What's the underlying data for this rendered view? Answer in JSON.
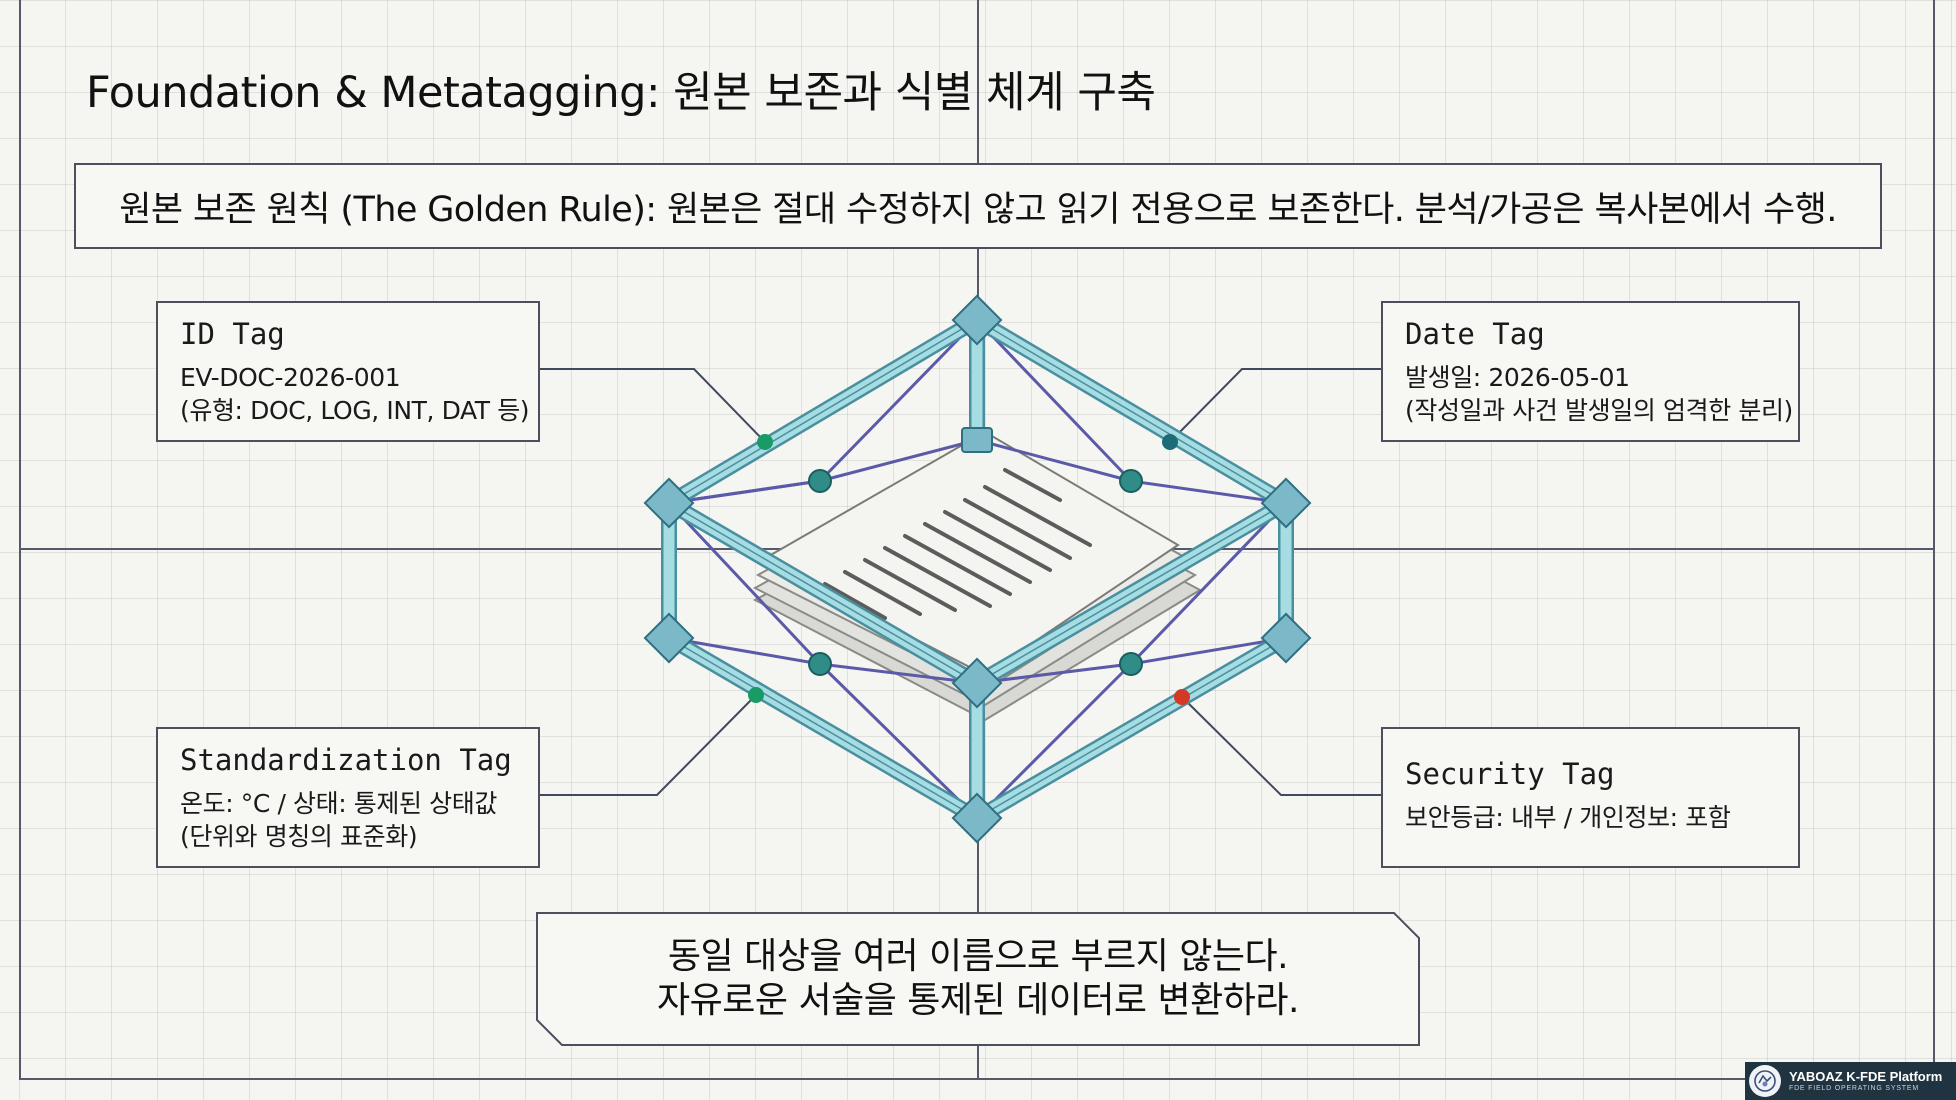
{
  "title": "Foundation & Metatagging: 원본 보존과 식별 체계 구축",
  "golden_rule": "원본 보존 원칙 (The Golden Rule): 원본은 절대 수정하지 않고 읽기 전용으로 보존한다. 분석/가공은 복사본에서 수행.",
  "tags": {
    "id": {
      "title": "ID Tag",
      "line1": "EV-DOC-2026-001",
      "line2": "(유형: DOC, LOG, INT, DAT 등)"
    },
    "date": {
      "title": "Date Tag",
      "line1": "발생일: 2026-05-01",
      "line2": "(작성일과 사건 발생일의 엄격한 분리)"
    },
    "standardization": {
      "title": "Standardization Tag",
      "line1": "온도: °C / 상태: 통제된 상태값",
      "line2": "(단위와 명칭의 표준화)"
    },
    "security": {
      "title": "Security Tag",
      "line1": "보안등급: 내부 / 개인정보: 포함"
    }
  },
  "principle": {
    "line1": "동일 대상을 여러 이름으로 부르지 않는다.",
    "line2": "자유로운 서술을 통제된 데이터로 변환하라."
  },
  "brand": {
    "name": "YABOAZ K-FDE Platform",
    "subtitle": "FDE FIELD OPERATING SYSTEM"
  },
  "colors": {
    "frame": "#7fc4cc",
    "frame_edge": "#4a8fa0",
    "brace": "#5a5aa8",
    "node_green": "#1a9a66",
    "node_teal": "#1e6b78",
    "node_red": "#d23a26",
    "line": "#404a5a"
  }
}
